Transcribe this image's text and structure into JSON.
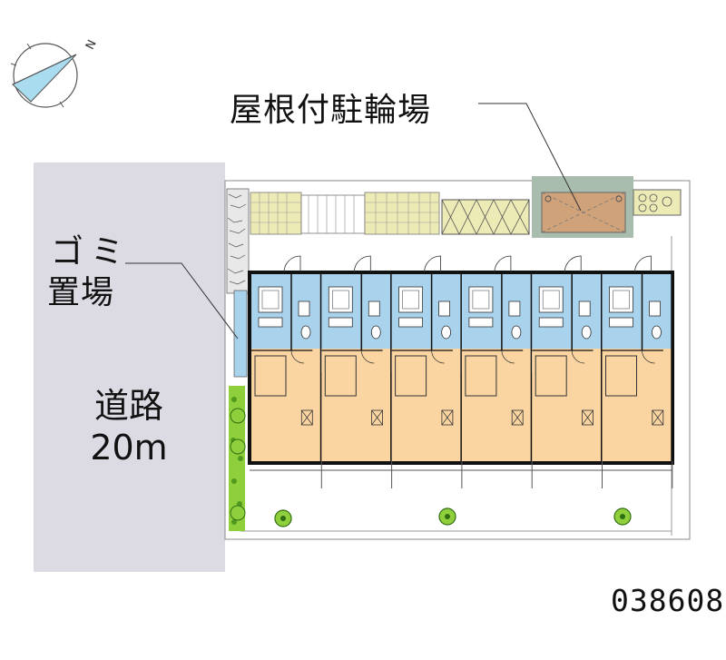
{
  "labels": {
    "bicycle_parking": "屋根付駐輪場",
    "garbage_line1": "ゴミ",
    "garbage_line2": "置場",
    "road_line1": "道路",
    "road_line2": "20m",
    "property_code": "038608",
    "north_marker": "N"
  },
  "units": [
    {
      "id": "unit-1"
    },
    {
      "id": "unit-2"
    },
    {
      "id": "unit-3"
    },
    {
      "id": "unit-4"
    },
    {
      "id": "unit-5"
    },
    {
      "id": "unit-6"
    }
  ],
  "trees": [
    {
      "id": "tree-1"
    },
    {
      "id": "tree-2"
    },
    {
      "id": "tree-3"
    }
  ],
  "colors": {
    "road": "#dcdbe3",
    "unit_blue": "#a9d2ec",
    "unit_orange": "#fbd5a1",
    "wall": "#111111",
    "bike_roof": "#d0a27a",
    "bike_roof_shade": "#a9bdae",
    "green": "#8fcf3c",
    "tile": "#ecebb6",
    "compass_fill": "#a9dcef"
  }
}
